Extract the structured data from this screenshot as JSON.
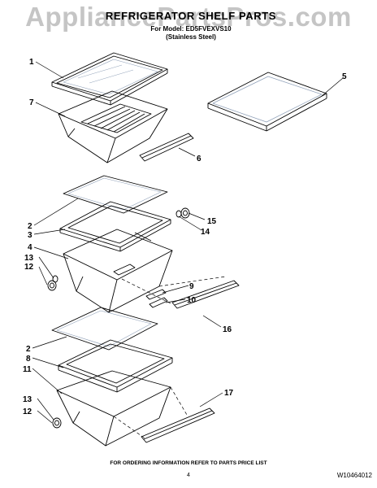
{
  "watermark": "AppliancePartsPros.com",
  "header": {
    "title": "REFRIGERATOR SHELF PARTS",
    "model_line": "For Model: ED5FVEXVS10",
    "variant_line": "(Stainless Steel)"
  },
  "callouts": {
    "c1": "1",
    "c2a": "2",
    "c2b": "2",
    "c3": "3",
    "c4": "4",
    "c5": "5",
    "c6": "6",
    "c7": "7",
    "c8": "8",
    "c9": "9",
    "c10": "10",
    "c11": "11",
    "c12a": "12",
    "c12b": "12",
    "c13a": "13",
    "c13b": "13",
    "c14": "14",
    "c15": "15",
    "c16": "16",
    "c17": "17"
  },
  "footer": {
    "ordering_note": "FOR ORDERING INFORMATION REFER TO PARTS PRICE LIST",
    "page_number": "4",
    "part_number": "W10464012"
  },
  "colors": {
    "line": "#000000",
    "glass": "#8fa0b8",
    "watermark": "#969696"
  }
}
